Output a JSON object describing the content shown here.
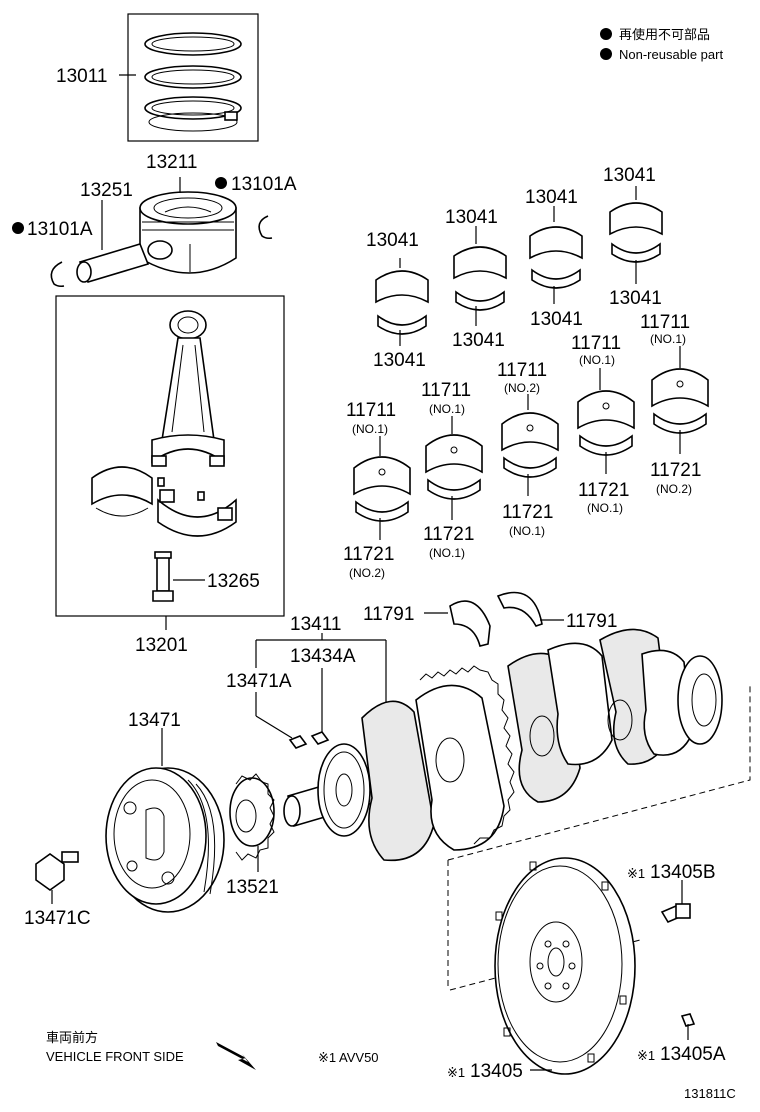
{
  "legend": {
    "marker": "●",
    "line1": "再使用不可部品",
    "line2": "Non-reusable part"
  },
  "parts": {
    "p13011": "13011",
    "p13211": "13211",
    "p13251": "13251",
    "p13101A_a": "13101A",
    "p13101A_b": "13101A",
    "p13041_a": "13041",
    "p13041_b": "13041",
    "p13041_c": "13041",
    "p13041_d": "13041",
    "p13041_e": "13041",
    "p13041_f": "13041",
    "p13041_g": "13041",
    "p13041_h": "13041",
    "p11711_a": "11711",
    "p11711_b": "11711",
    "p11711_c": "11711",
    "p11711_d": "11711",
    "p11711_e": "11711",
    "p11721_a": "11721",
    "p11721_b": "11721",
    "p11721_c": "11721",
    "p11721_d": "11721",
    "p11721_e": "11721",
    "p13265": "13265",
    "p13201": "13201",
    "p13411": "13411",
    "p13434A": "13434A",
    "p13471A": "13471A",
    "p11791_a": "11791",
    "p11791_b": "11791",
    "p13471": "13471",
    "p13521": "13521",
    "p13471C": "13471C",
    "p13405B": "13405B",
    "p13405A": "13405A",
    "p13405": "13405"
  },
  "qualifiers": {
    "no1": "(NO.1)",
    "no2": "(NO.2)"
  },
  "note_mark": "※1",
  "note_text": "※1 AVV50",
  "front": {
    "jp": "車両前方",
    "en": "VEHICLE FRONT SIDE"
  },
  "figure_id": "131811C"
}
